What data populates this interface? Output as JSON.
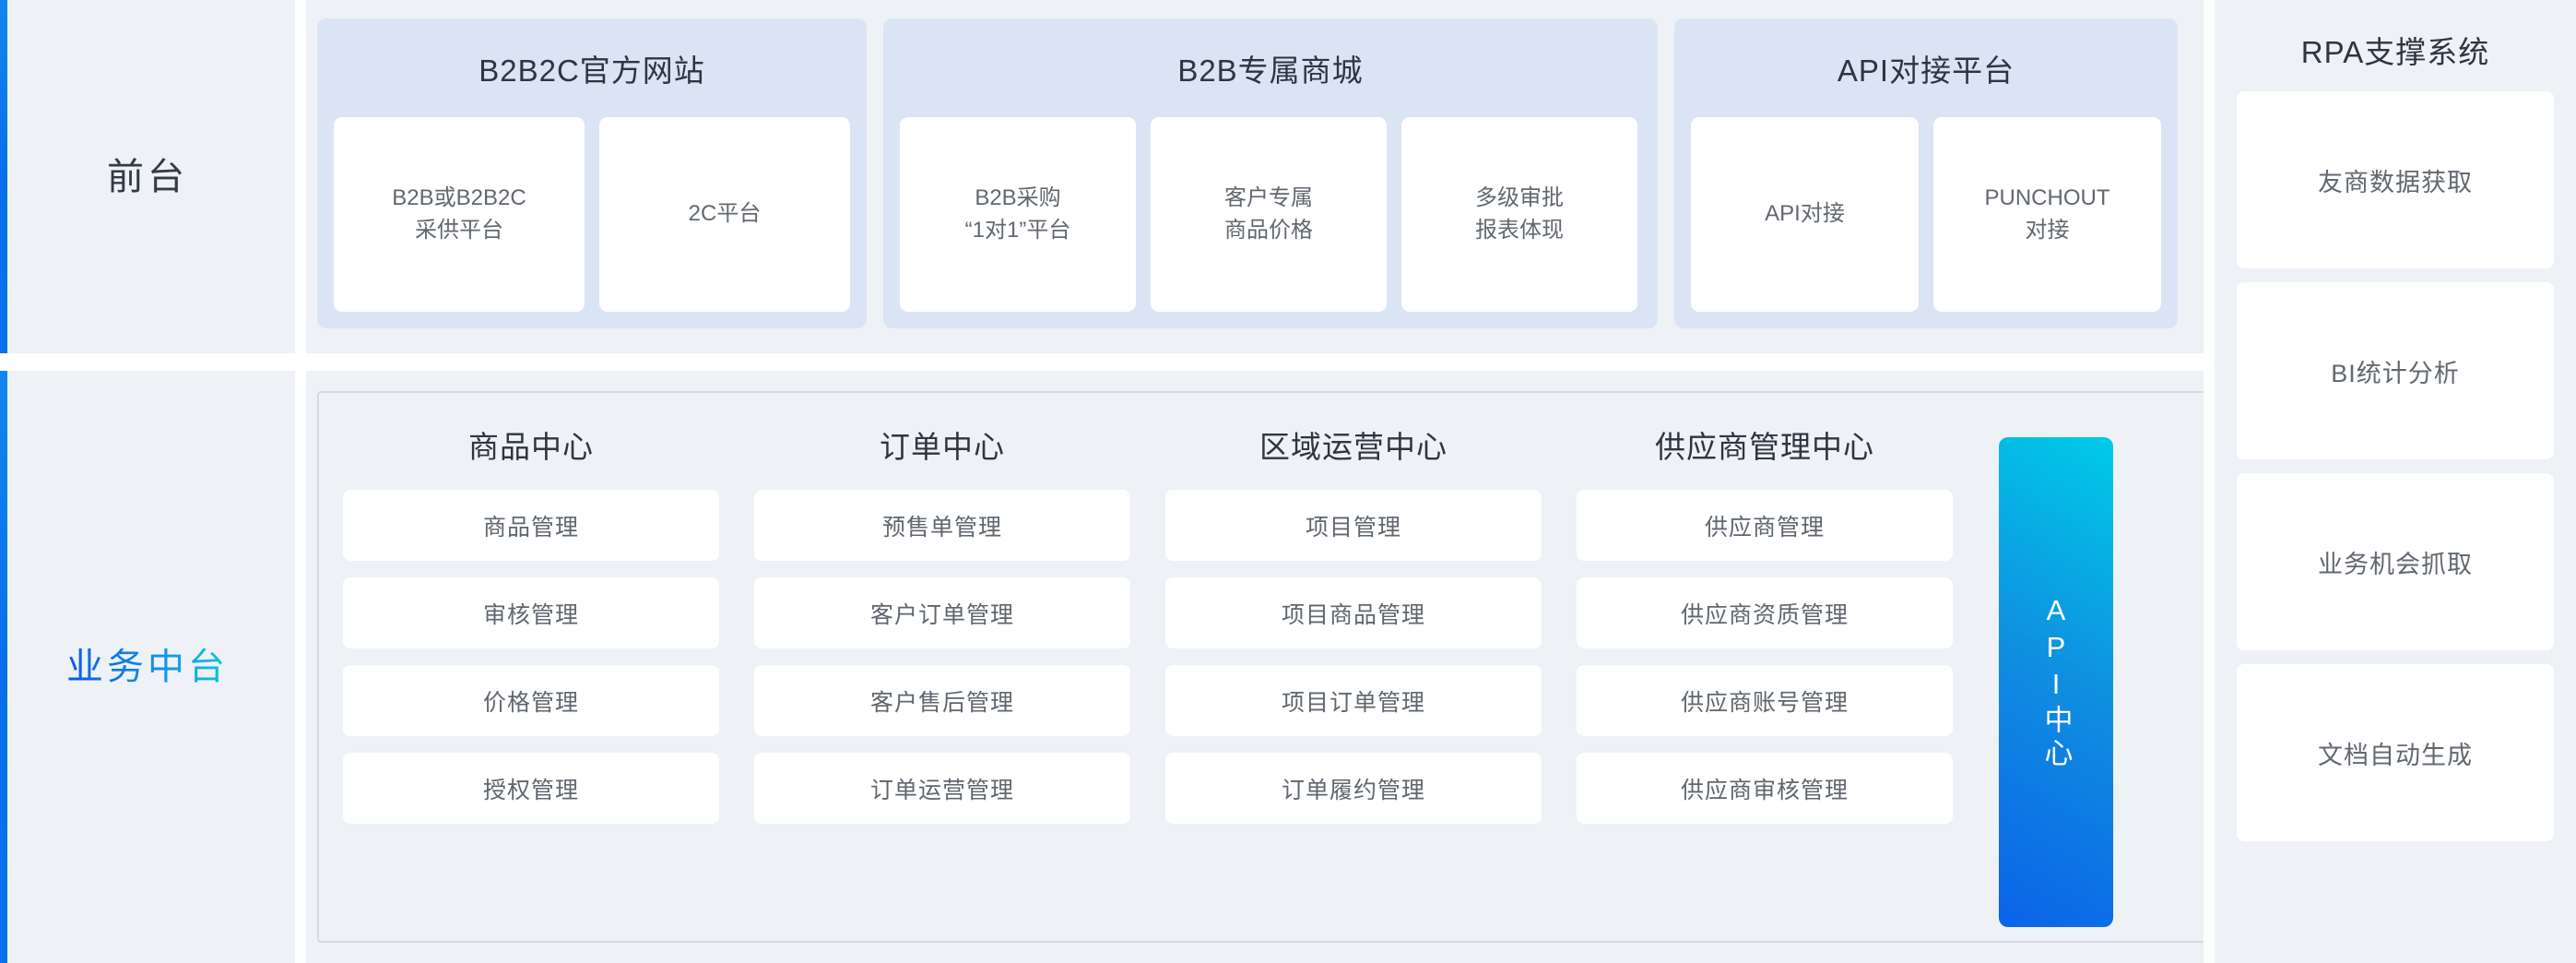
{
  "colors": {
    "background": "#eef1f6",
    "panel": "#dbe4f4",
    "card": "#ffffff",
    "accent_blue": "#0a6fe8",
    "accent_cyan": "#00cbe8",
    "text_dark": "#2f3540",
    "text_muted": "#626870",
    "border": "#d4dae2"
  },
  "front_stage": {
    "rail_label": "前台",
    "groups": [
      {
        "title": "B2B2C官方网站",
        "cards": [
          "B2B或B2B2C\n采供平台",
          "2C平台"
        ]
      },
      {
        "title": "B2B专属商城",
        "cards": [
          "B2B采购\n“1对1”平台",
          "客户专属\n商品价格",
          "多级审批\n报表体现"
        ]
      },
      {
        "title": "API对接平台",
        "cards": [
          "API对接",
          "PUNCHOUT\n对接"
        ]
      }
    ]
  },
  "mid_platform": {
    "rail_label": "业务中台",
    "columns": [
      {
        "title": "商品中心",
        "items": [
          "商品管理",
          "审核管理",
          "价格管理",
          "授权管理"
        ]
      },
      {
        "title": "订单中心",
        "items": [
          "预售单管理",
          "客户订单管理",
          "客户售后管理",
          "订单运营管理"
        ]
      },
      {
        "title": "区域运营中心",
        "items": [
          "项目管理",
          "项目商品管理",
          "项目订单管理",
          "订单履约管理"
        ]
      },
      {
        "title": "供应商管理中心",
        "items": [
          "供应商管理",
          "供应商资质管理",
          "供应商账号管理",
          "供应商审核管理"
        ]
      }
    ],
    "api_center": "API中心"
  },
  "rpa": {
    "title": "RPA支撑系统",
    "cards": [
      "友商数据获取",
      "BI统计分析",
      "业务机会抓取",
      "文档自动生成"
    ]
  }
}
